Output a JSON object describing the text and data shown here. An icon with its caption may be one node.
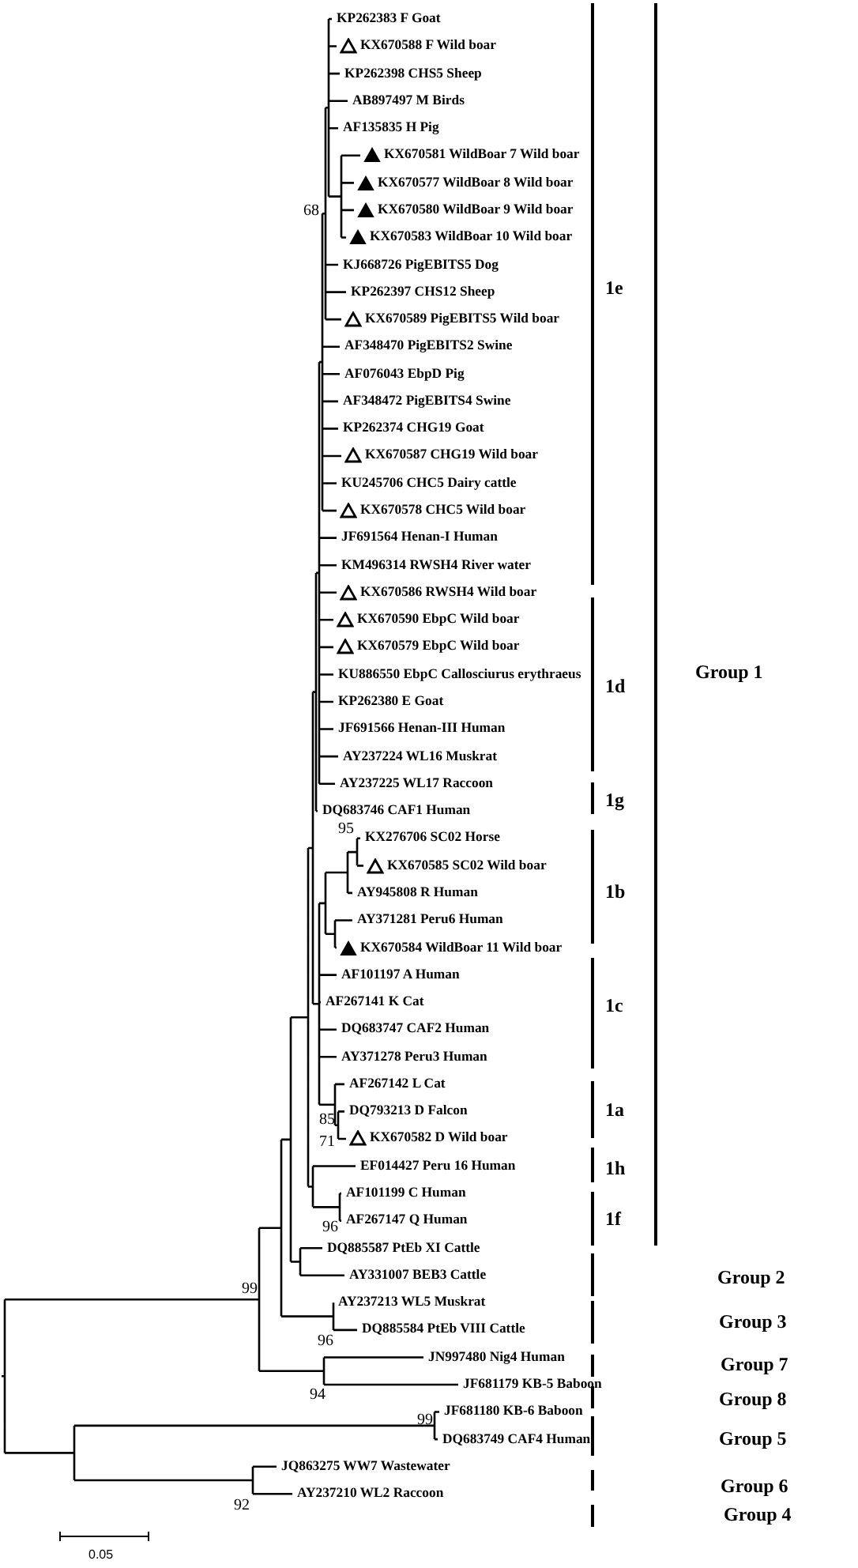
{
  "diagram": {
    "labels": [
      "KP262383 F Goat",
      "KX670588 F Wild boar",
      "KP262398 CHS5 Sheep",
      "AB897497 M Birds",
      "AF135835 H Pig",
      "KX670581 WildBoar 7 Wild boar",
      "KX670577 WildBoar 8 Wild boar",
      "KX670580 WildBoar 9 Wild boar",
      "KX670583 WildBoar 10 Wild boar",
      "KJ668726 PigEBITS5 Dog",
      "KP262397 CHS12 Sheep",
      "KX670589 PigEBITS5 Wild boar",
      "AF348470 PigEBITS2 Swine",
      "AF076043 EbpD Pig",
      "AF348472 PigEBITS4 Swine",
      "KP262374 CHG19 Goat",
      "KX670587 CHG19 Wild boar",
      "KU245706 CHC5 Dairy cattle",
      "KX670578 CHC5 Wild boar",
      "JF691564 Henan-I Human",
      "KM496314 RWSH4 River water",
      "KX670586 RWSH4 Wild boar",
      "KX670590 EbpC Wild boar",
      "KX670579 EbpC Wild boar",
      "KU886550 EbpC Callosciurus erythraeus",
      "KP262380 E Goat",
      "JF691566 Henan-III Human",
      "AY237224 WL16 Muskrat",
      "AY237225 WL17 Raccoon",
      "DQ683746 CAF1 Human",
      "KX276706 SC02 Horse",
      "KX670585 SC02 Wild boar",
      "AY945808 R Human",
      "AY371281 Peru6 Human",
      "KX670584 WildBoar 11 Wild boar",
      "AF101197 A Human",
      "AF267141 K Cat",
      "DQ683747 CAF2 Human",
      "AY371278 Peru3 Human",
      "AF267142 L Cat",
      "DQ793213 D Falcon",
      "KX670582 D Wild boar",
      "EF014427 Peru 16 Human",
      "AF101199 C Human",
      "AF267147 Q Human",
      "DQ885587 PtEb XI Cattle",
      "AY331007 BEB3 Cattle",
      "AY237213 WL5 Muskrat",
      "DQ885584 PtEb VIII Cattle",
      "JN997480 Nig4 Human",
      "JF681179 KB-5 Baboon",
      "JF681180 KB-6 Baboon",
      "DQ683749 CAF4 Human",
      "JQ863275 WW7 Wastewater",
      "AY237210 WL2 Raccoon",
      "68",
      "95",
      "85",
      "71",
      "96",
      "99",
      "96",
      "94",
      "99",
      "92",
      "1e",
      "1d",
      "1g",
      "1b",
      "1c",
      "1a",
      "1h",
      "1f",
      "Group 1",
      "Group 2",
      "Group 3",
      "Group 7",
      "Group 8",
      "Group 5",
      "Group 6",
      "Group 4",
      "0.05"
    ]
  }
}
